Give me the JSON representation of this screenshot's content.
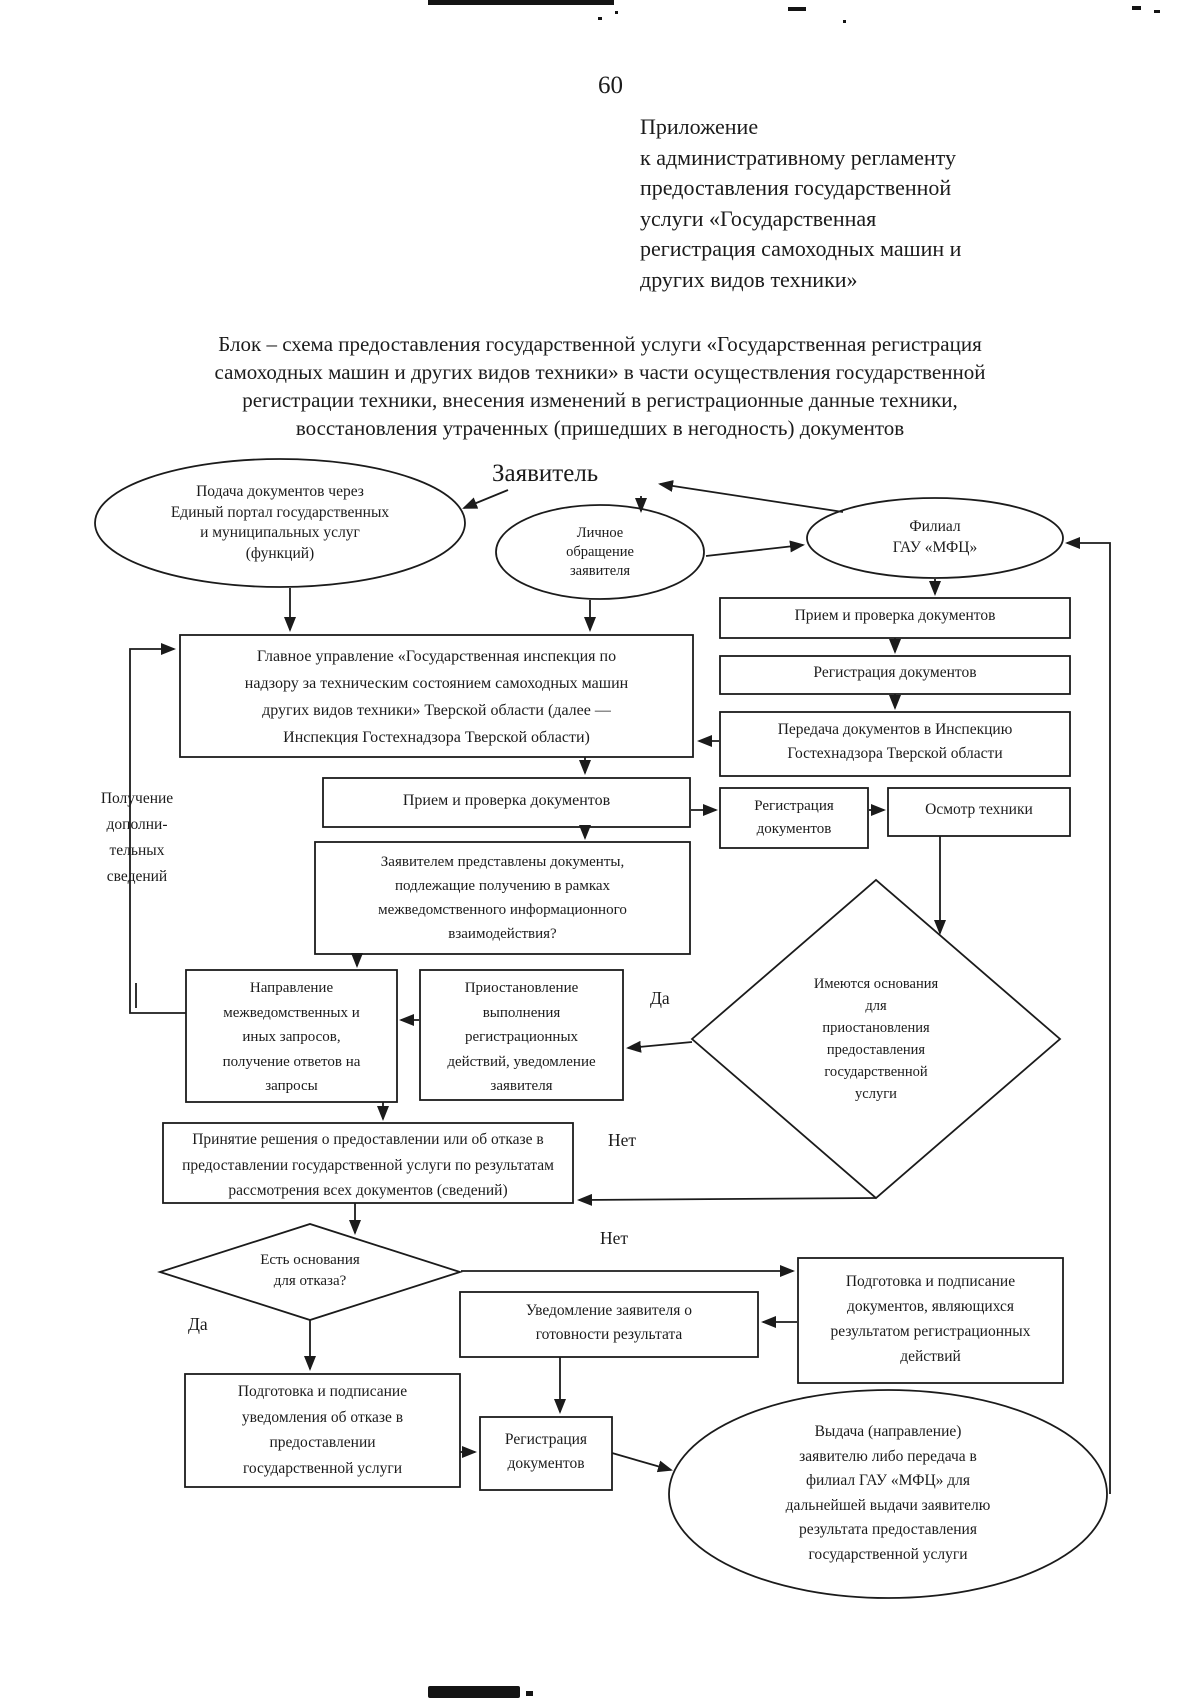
{
  "page": {
    "number": "60",
    "appendix": "Приложение\nк административному регламенту\nпредоставления государственной\nуслуги «Государственная\nрегистрация самоходных машин и\nдругих видов техники»",
    "title": "Блок – схема предоставления государственной услуги «Государственная регистрация\nсамоходных машин и других видов техники» в части осуществления государственной\nрегистрации техники, внесения изменений в регистрационные данные техники,\nвосстановления утраченных (пришедших в негодность) документов"
  },
  "flow": {
    "actor_label": "Заявитель",
    "edge_labels": {
      "yes1": "Да",
      "no1": "Нет",
      "no2": "Нет",
      "yes2": "Да",
      "feedback": "Получение\nдополни-\nтельных\nсведений"
    },
    "nodes": {
      "eportal": {
        "shape": "ellipse",
        "label": "Подача документов через\nЕдиный портал государственных\nи муниципальных услуг\n(функций)"
      },
      "personal": {
        "shape": "ellipse",
        "label": "Личное\nобращение\nзаявителя"
      },
      "mfc": {
        "shape": "ellipse",
        "label": "Филиал\nГАУ «МФЦ»"
      },
      "mfc_priem": {
        "shape": "rect",
        "label": "Прием и проверка документов"
      },
      "mfc_reg": {
        "shape": "rect",
        "label": "Регистрация документов"
      },
      "mfc_peredacha": {
        "shape": "rect",
        "label": "Передача документов в Инспекцию\nГостехнадзора Тверской области"
      },
      "glavnoe": {
        "shape": "rect",
        "label": "Главное управление «Государственная инспекция по\nнадзору за техническим состоянием самоходных машин\nдругих видов техники» Тверской области (далее —\nИнспекция Гостехнадзора Тверской области)"
      },
      "priem": {
        "shape": "rect",
        "label": "Прием и проверка документов"
      },
      "mezhved": {
        "shape": "rect",
        "label": "Заявителем представлены документы,\nподлежащие получению в рамках\nмежведомственного информационного\nвзаимодействия?"
      },
      "napravlenie": {
        "shape": "rect",
        "label": "Направление\nмежведомственных и\nиных запросов,\nполучение ответов на\nзапросы"
      },
      "priostanovlenie": {
        "shape": "rect",
        "label": "Приостановление\nвыполнения\nрегистрационных\nдействий, уведомление\nзаявителя"
      },
      "registracia": {
        "shape": "rect",
        "label": "Регистрация\nдокументов"
      },
      "osmotr": {
        "shape": "rect",
        "label": "Осмотр техники"
      },
      "osnovaniya_priost": {
        "shape": "diamond",
        "label": "Имеются основания\nдля\nприостановления\nпредоставления\nгосударственной\nуслуги"
      },
      "prinyatie": {
        "shape": "rect",
        "label": "Принятие решения о предоставлении или об отказе в\nпредоставлении государственной услуги по результатам\nрассмотрения всех документов (сведений)"
      },
      "osnovaniya_otkaz": {
        "shape": "diamond",
        "label": "Есть основания\nдля отказа?"
      },
      "uvedomlenie": {
        "shape": "rect",
        "label": "Уведомление заявителя о\nготовности результата"
      },
      "podgotovka_docs": {
        "shape": "rect",
        "label": "Подготовка и подписание\nдокументов, являющихся\nрезультатом регистрационных\nдействий"
      },
      "podgotovka_otkaz": {
        "shape": "rect",
        "label": "Подготовка и подписание\nуведомления об отказе в\nпредоставлении\nгосударственной услуги"
      },
      "registracia_result": {
        "shape": "rect",
        "label": "Регистрация\nдокументов"
      },
      "vydacha": {
        "shape": "ellipse",
        "label": "Выдача (направление)\nзаявителю либо передача в\nфилиал ГАУ «МФЦ» для\nдальнейшей выдачи заявителю\nрезультата предоставления\nгосударственной услуги"
      }
    },
    "ink_color": "#1b1b1b",
    "paper_color": "#ffffff"
  }
}
